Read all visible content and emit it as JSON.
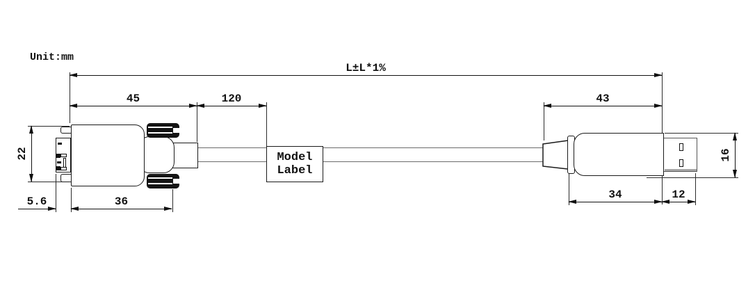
{
  "title": {
    "unit_label": "Unit:mm"
  },
  "dims": {
    "overall": "L±L*1%",
    "dsub_front_to_relief": "45",
    "relief_to_label": "120",
    "usb_total": "43",
    "dsub_height": "22",
    "flange_depth": "5.6",
    "dsub_body": "36",
    "usb_body": "34",
    "usb_shell": "12",
    "usb_height": "16"
  },
  "model_label": {
    "line1": "Model",
    "line2": "Label"
  },
  "colors": {
    "background": "#ffffff",
    "outline": "#1a1a1a",
    "dimension_line": "#111111",
    "cable_line": "#6b6b6b",
    "thumbscrew_fill": "#141414",
    "shell_shade": "#a6a6a6"
  }
}
